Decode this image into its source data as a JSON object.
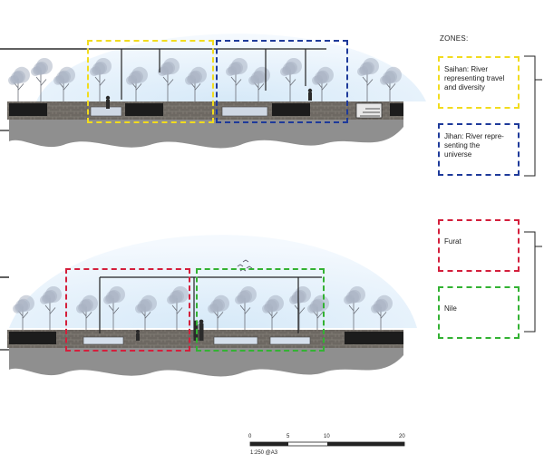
{
  "legend": {
    "title": "ZONES:",
    "zones": [
      {
        "id": "saihan",
        "text": "Saihan: River representing travel and diversity",
        "color": "#f2dc1e"
      },
      {
        "id": "jihan",
        "text": "Jihan: River repre-senting the universe",
        "color": "#1e3a9a"
      },
      {
        "id": "furat",
        "text": "Furat",
        "color": "#d41f3c"
      },
      {
        "id": "nile",
        "text": "Nile",
        "color": "#33b233"
      }
    ]
  },
  "scale": {
    "ticks": [
      "0",
      "5",
      "10",
      "20"
    ],
    "caption": "1:250 @A3"
  },
  "colors": {
    "sky": "#dfeefa",
    "ground": "#8d8d8d",
    "wall": "#1c1c1c",
    "stone": "#6f6a63",
    "tree": "#a9b2c2"
  }
}
